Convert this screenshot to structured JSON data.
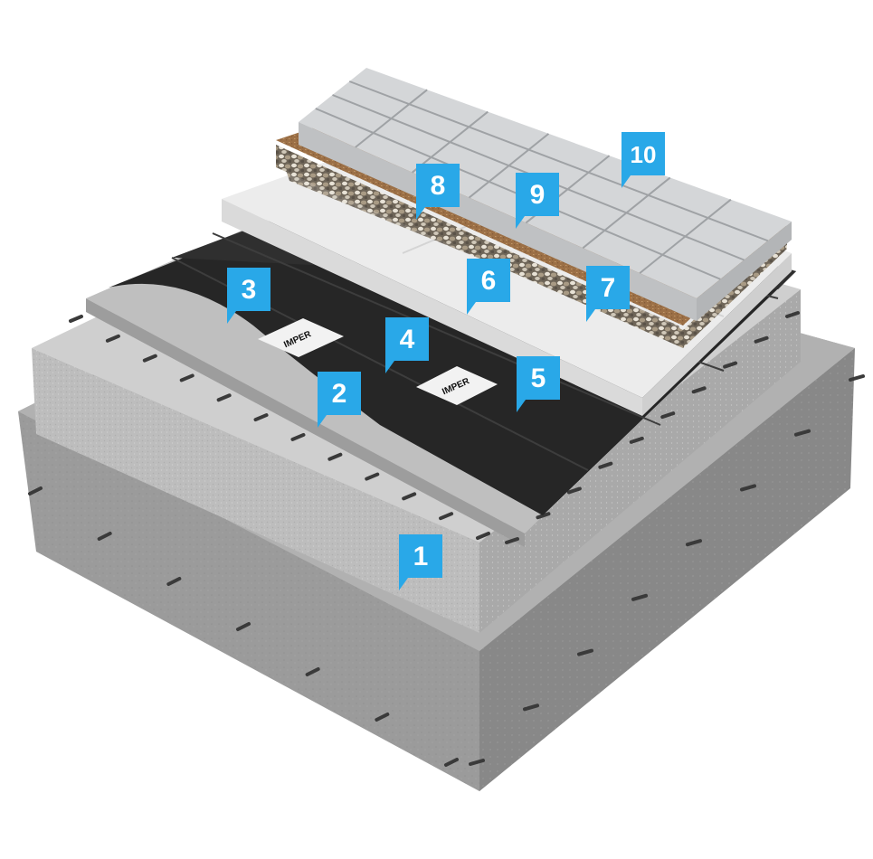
{
  "diagram": {
    "colors": {
      "label_bg": "#29a8e8",
      "label_text": "#ffffff",
      "concrete_base": "#9a9a9a",
      "screed": "#c4c4c4",
      "membrane": "#1f1f1f",
      "insulation": "#e9e9e9",
      "felt": "#a0764a",
      "gravel": "#8d8270",
      "pavers": "#d0d2d4",
      "rebar": "#3a3a3a"
    },
    "membrane_stamp": "IMPER",
    "labels": [
      {
        "id": "1",
        "text": "1"
      },
      {
        "id": "2",
        "text": "2"
      },
      {
        "id": "3",
        "text": "3"
      },
      {
        "id": "4",
        "text": "4"
      },
      {
        "id": "5",
        "text": "5"
      },
      {
        "id": "6",
        "text": "6"
      },
      {
        "id": "7",
        "text": "7"
      },
      {
        "id": "8",
        "text": "8"
      },
      {
        "id": "9",
        "text": "9"
      },
      {
        "id": "10",
        "text": "10"
      }
    ]
  }
}
